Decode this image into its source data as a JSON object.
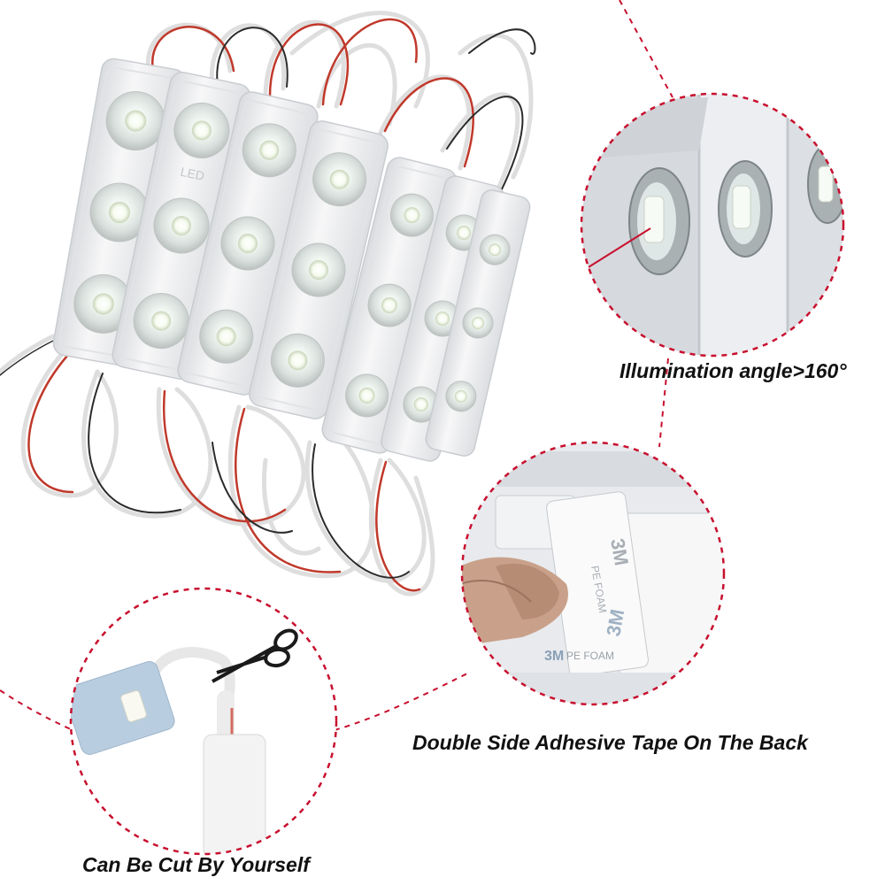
{
  "captions": {
    "illumination": "Illumination angle>160°",
    "adhesive": "Double Side Adhesive Tape On The Back",
    "cut": "Can Be Cut By Yourself"
  },
  "module_markings": {
    "led": "LED",
    "tape_brand": "3M",
    "tape_code": "PE FOAM"
  },
  "colors": {
    "callout_dash": "#c8102e",
    "module_body": "#f2f3f5",
    "wire_red": "#c0392b",
    "wire_black": "#2b2b2b",
    "wire_white": "#e9e9e9",
    "background": "#ffffff"
  },
  "icons": [
    "scissors-icon",
    "led-lens-icon"
  ]
}
